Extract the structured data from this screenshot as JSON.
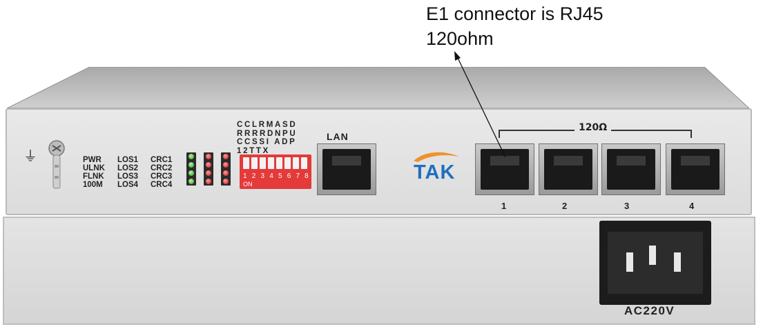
{
  "annotation": {
    "line1": "E1 connector is RJ45",
    "line2": "120ohm"
  },
  "panel": {
    "ground_icon": "ground-icon",
    "led_labels": [
      [
        "PWR",
        "LOS1",
        "CRC1"
      ],
      [
        "ULNK",
        "LOS2",
        "CRC2"
      ],
      [
        "FLNK",
        "LOS3",
        "CRC3"
      ],
      [
        "100M",
        "LOS4",
        "CRC4"
      ]
    ],
    "dip_labels": [
      "CCLRMASD",
      "RRRRDNPU",
      "CCSSI ADP",
      "12TTX"
    ],
    "dip_numbers": "1 2 3 4 5 6 7 8",
    "dip_on": "ON",
    "lan_label": "LAN",
    "logo": "TAK",
    "ohm_label": "120Ω",
    "ports": [
      "1",
      "2",
      "3",
      "4"
    ],
    "power_label": "AC220V"
  },
  "colors": {
    "logo_blue": "#1f6fc0",
    "logo_orange": "#f0922a",
    "dip_red": "#e43a3a",
    "led_green": "#2f9a1f",
    "led_red": "#c81818"
  }
}
